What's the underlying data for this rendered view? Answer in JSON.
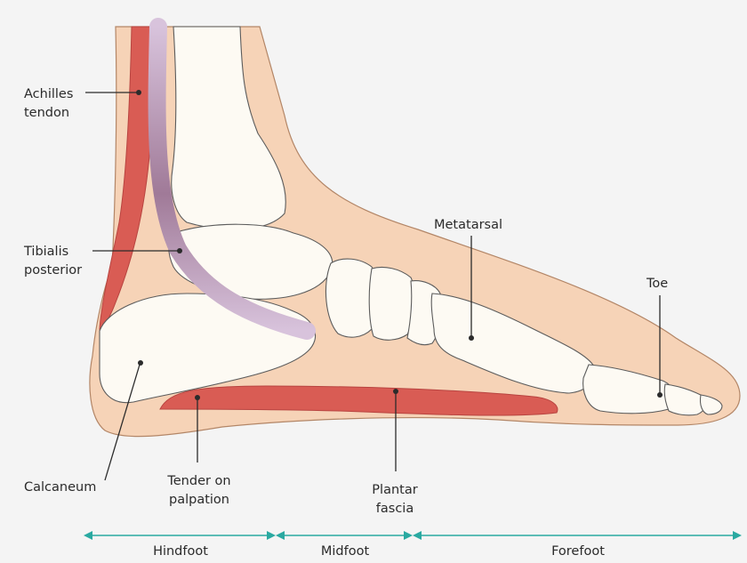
{
  "colors": {
    "background": "#f4f4f4",
    "skin": "#f6d3b7",
    "bone": "#fdfaf3",
    "muscle": "#d95c54",
    "tibialis": "#c6a9c8",
    "arrow": "#2aa9a1"
  },
  "labels": {
    "achilles_line1": "Achilles",
    "achilles_line2": "tendon",
    "tibialis_line1": "Tibialis",
    "tibialis_line2": "posterior",
    "metatarsal": "Metatarsal",
    "toe": "Toe",
    "calcaneum": "Calcaneum",
    "tender_line1": "Tender on",
    "tender_line2": "palpation",
    "plantar_line1": "Plantar",
    "plantar_line2": "fascia"
  },
  "regions": {
    "hindfoot": "Hindfoot",
    "midfoot": "Midfoot",
    "forefoot": "Forefoot"
  }
}
